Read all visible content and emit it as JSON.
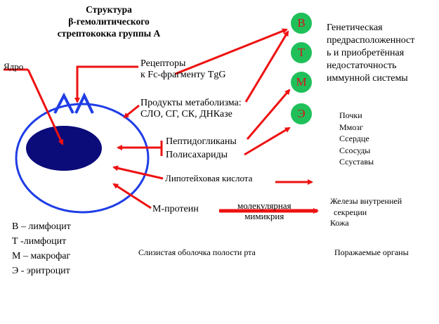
{
  "title": [
    "Структура",
    "β-гемолитического",
    "стрептококка группы А"
  ],
  "labels": {
    "nucleus": "Ядро",
    "receptors": [
      "Рецепторы",
      "к Fc-фрагменту TgG"
    ],
    "metabolism": [
      "Продукты метаболизма:",
      "СЛО, СГ, СК, ДНКазе"
    ],
    "peptidoglycans": "Пептидогликаны",
    "polysaccharides": "Полисахариды",
    "lipoteichoic": "Липотейховая кислота",
    "m_protein": "М-протеин",
    "mimicry": [
      "молекулярная",
      "мимикрия"
    ]
  },
  "cells": [
    "В",
    "Т",
    "М",
    "Э"
  ],
  "immune_text": [
    "Генетическая",
    "предрасположенност",
    "ь и приобретённая",
    "недостаточность",
    "иммунной системы"
  ],
  "organs_list": [
    "Почки",
    "Ммозг",
    "Ссердце",
    "Ссосуды",
    "Ссуставы"
  ],
  "glands": [
    "Железы внутренней",
    "секреции",
    "Кожа"
  ],
  "legend": [
    "В – лимфоцит",
    "Т -лимфоцит",
    "М – макрофаг",
    "Э - эритроцит"
  ],
  "footer": {
    "mucosa": "Слизистая оболочка полости рта",
    "affected": "Поражаемые органы"
  },
  "colors": {
    "arrow": "#ee1111",
    "cell_border": "#1f3de6",
    "nucleus": "#0b0b7a",
    "circle_fill": "#1fc05a",
    "circle_text": "#d8121b"
  }
}
